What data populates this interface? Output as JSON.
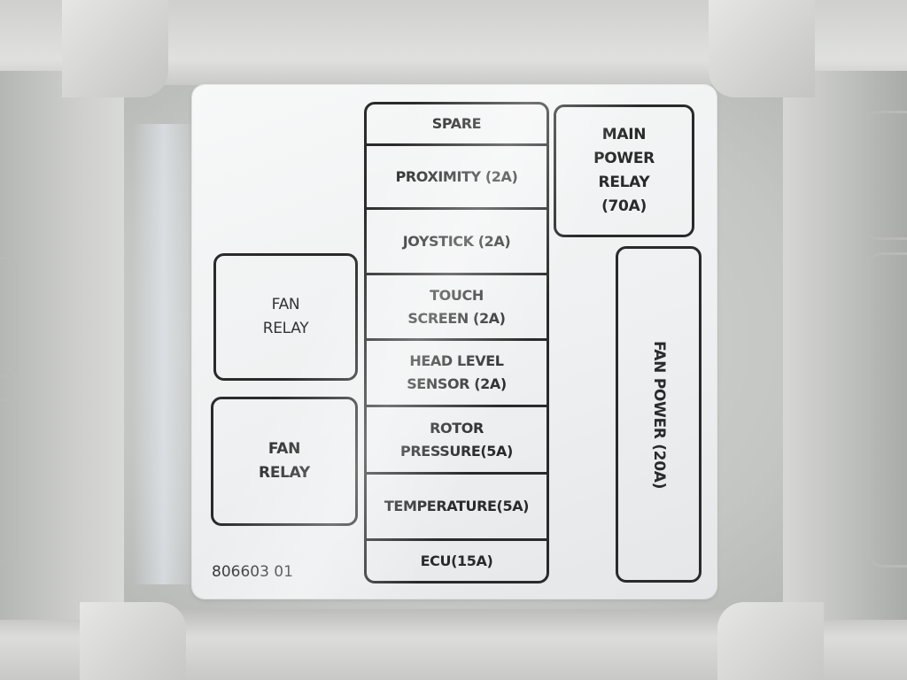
{
  "fuse_label": {
    "fan_relay_top": "FAN\nRELAY",
    "fan_relay_bottom": "FAN\nRELAY",
    "main_power_relay": "MAIN\nPOWER\nRELAY\n(70A)",
    "fan_power": "FAN POWER (20A)",
    "fuses": [
      "SPARE",
      "PROXIMITY (2A)",
      "JOYSTICK (2A)",
      "TOUCH\nSCREEN (2A)",
      "HEAD LEVEL\nSENSOR (2A)",
      "ROTOR\nPRESSURE(5A)",
      "TEMPERATURE(5A)",
      "ECU(15A)"
    ],
    "part_number": "806603 01"
  },
  "colors": {
    "sticker": "#f2f4f5",
    "ink": "#2a2a2a",
    "plastic": "#c8c9c7"
  }
}
